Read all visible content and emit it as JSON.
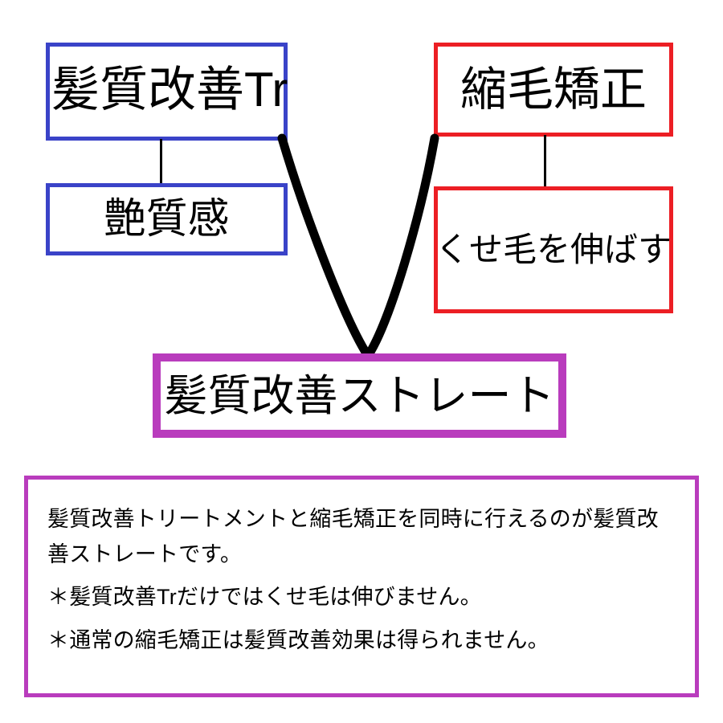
{
  "diagram": {
    "title_concept": "髪質改善ストレート",
    "colors": {
      "blue": "#3a43c8",
      "red": "#ec1e24",
      "purple": "#b93cbd",
      "line": "#000000",
      "background": "#ffffff"
    },
    "nodes": [
      {
        "id": "treatment",
        "label": "髪質改善Tr",
        "border_color": "#3a43c8",
        "branch": "left"
      },
      {
        "id": "shine",
        "label": "艶質感",
        "border_color": "#3a43c8",
        "branch": "left"
      },
      {
        "id": "straightening",
        "label": "縮毛矯正",
        "border_color": "#ec1e24",
        "branch": "right"
      },
      {
        "id": "straighten-curl",
        "label": "くせ毛を伸ばす",
        "border_color": "#ec1e24",
        "branch": "right"
      },
      {
        "id": "result",
        "label": "髪質改善ストレート",
        "border_color": "#b93cbd",
        "branch": "merge"
      }
    ],
    "description": {
      "paragraph": "髪質改善トリートメントと縮毛矯正を同時に行えるのが髪質改善ストレートです。",
      "paragraph_line1": "髪質改善トリートメントと縮毛矯正を同時に行えるのが髪質改",
      "paragraph_line2": "善ストレートです。",
      "notes": [
        "＊髪質改善Trだけではくせ毛は伸びません。",
        "＊通常の縮毛矯正は髪質改善効果は得られません。"
      ]
    }
  }
}
